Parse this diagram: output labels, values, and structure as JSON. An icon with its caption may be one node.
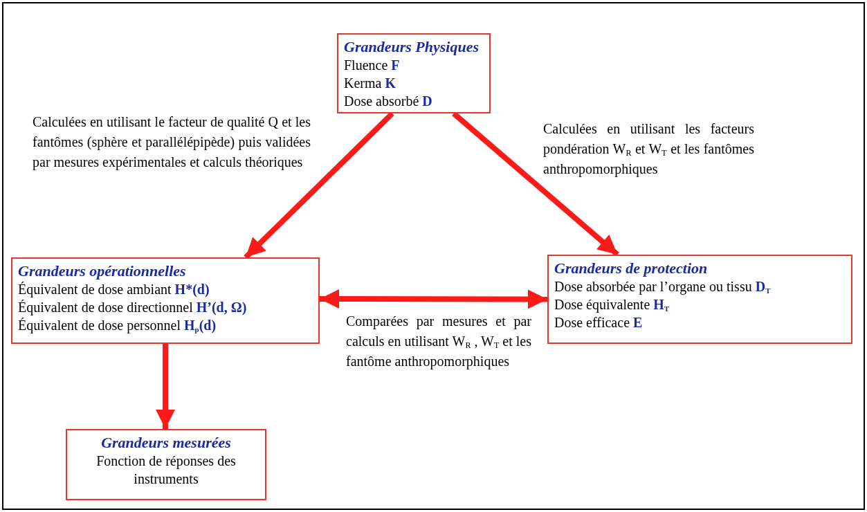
{
  "diagram": {
    "nodes": [
      {
        "text": [
          "Grandeurs Physiques",
          "Fluence **F**",
          "Kerma **K**",
          "Dose absorbé **D**"
        ]
      },
      {
        "text": [
          "Grandeurs opérationnelles",
          "Équivalent de dose ambiant **H*(d)**",
          "Équivalent de dose  directionnel **H’(d, Ω)**",
          "Équivalent de dose personnel **H**$_{p}$**(d)**"
        ]
      },
      {
        "text": [
          "Grandeurs de protection",
          "Dose absorbée par l’organe ou tissu **D**$_{T}$",
          "Dose équivalente **H**$_{T}$",
          "Dose efficace **E**"
        ]
      },
      {
        "text": [
          "Grandeurs mesurées",
          "Fonction de réponses des instruments"
        ]
      }
    ],
    "edges": [
      {
        "from": 0,
        "to": 1,
        "arrow": "to",
        "label": "Calculées en utilisant le facteur de qualité Q et les fantômes (sphère et parallélépipède) puis validées par mesures expérimentales et calculs théoriques"
      },
      {
        "from": 0,
        "to": 2,
        "arrow": "to",
        "label": "Calculées en utilisant les facteurs pondération W$_{R}$ et W$_{T}$ et les fantômes anthropomorphiques"
      },
      {
        "from": 1,
        "to": 2,
        "arrow": "both",
        "label": "Comparées par mesures et par calculs en utilisant W$_{R}$ , W$_{T}$ et les fantôme anthropomorphiques"
      },
      {
        "from": 1,
        "to": 3,
        "arrow": "to"
      }
    ]
  }
}
